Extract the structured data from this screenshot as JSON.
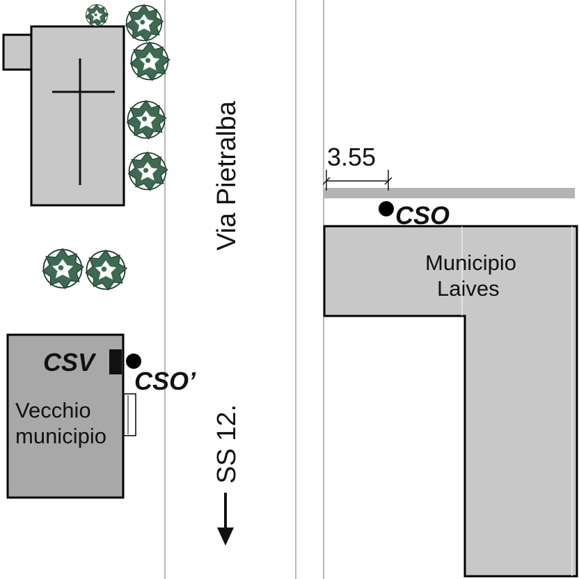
{
  "streets": {
    "north_south": "Via Pietralba",
    "highway": "SS 12."
  },
  "buildings": {
    "new_town_hall": {
      "line1": "Municipio",
      "line2": "Laives"
    },
    "old_town_hall": {
      "line1": "Vecchio",
      "line2": "municipio"
    }
  },
  "stations": {
    "cso": "CSO",
    "cso_prime": "CSO’",
    "csv": "CSV"
  },
  "measurement": {
    "distance": "3.55"
  },
  "colors": {
    "building_fill": "#c8c8c8",
    "old_building_fill": "#a8a8a8",
    "outline": "#000000",
    "tree_leaf": "#3d6b52",
    "road_line": "#707070",
    "barrier": "#b4b4b4"
  },
  "icons": {
    "tree": "tree-icon",
    "station_marker": "station-dot-icon",
    "direction": "arrow-down-icon",
    "church_cross": "cross-icon"
  }
}
